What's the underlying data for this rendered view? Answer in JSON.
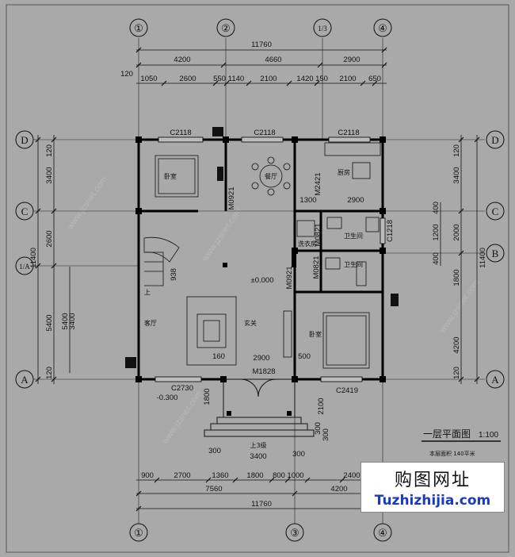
{
  "axes_top": [
    "①",
    "②",
    "1/3",
    "④"
  ],
  "axes_bottom": [
    "①",
    "③",
    "④"
  ],
  "axes_left": [
    "D",
    "C",
    "1/A",
    "A"
  ],
  "axes_right": [
    "D",
    "C",
    "B",
    "A"
  ],
  "dims_top_total": "11760",
  "dims_top_mid": [
    "4200",
    "4660",
    "2900"
  ],
  "dims_top_small": [
    "1050",
    "2600",
    "550",
    "1140",
    "2100",
    "1420",
    "150",
    "2100",
    "650"
  ],
  "dims_top_offset": "120",
  "dims_bottom_small": [
    "900",
    "2700",
    "1360",
    "1800",
    "800",
    "1000",
    "2400"
  ],
  "dims_bottom_mid": [
    "7560",
    "4200"
  ],
  "dims_bottom_total": "11760",
  "dims_bottom_porch": [
    "300",
    "3400",
    "300"
  ],
  "dims_bottom_porch2": [
    "300",
    "300"
  ],
  "dims_left_outer": "11400",
  "dims_left_mid": [
    "120",
    "3400",
    "2600",
    "5400",
    "120"
  ],
  "dims_left_inner": "5400",
  "dims_right_outer": "11400",
  "dims_right_mid": [
    "120",
    "3400",
    "2000",
    "1800",
    "4200",
    "120"
  ],
  "dims_right_inner": [
    "400",
    "1200",
    "400"
  ],
  "windows": [
    "C2118",
    "C2118",
    "C2118",
    "C2730",
    "C2419",
    "C1218"
  ],
  "doors": [
    "M0921",
    "M2421",
    "M0821",
    "M0921",
    "M0821",
    "M1828"
  ],
  "rooms": {
    "bedroom1": "卧室",
    "dining": "餐厅",
    "kitchen": "厨房",
    "laundry": "洗衣房",
    "bath1": "卫生间",
    "bath2": "卫生间",
    "living": "客厅",
    "foyer": "玄关",
    "bedroom2": "卧室",
    "stair_up": "上",
    "porch_up": "上3级"
  },
  "misc_dims": {
    "kitchen_w": "2900",
    "k_left": "1300",
    "stair_w": "938",
    "foyer_w": "2900",
    "d160": "160",
    "d500": "500",
    "d1800": "1800",
    "d2100": "2100",
    "d3400": "3400"
  },
  "levels": {
    "floor": "±0.000",
    "outside": "-0.300"
  },
  "title": {
    "main": "一层平面图",
    "scale": "1:100",
    "area": "本层面积  140平米"
  },
  "watermark": {
    "cn": "购图网址",
    "en": "Tuzhizhijia.com"
  },
  "site_watermark": "www.jzsnet.com"
}
